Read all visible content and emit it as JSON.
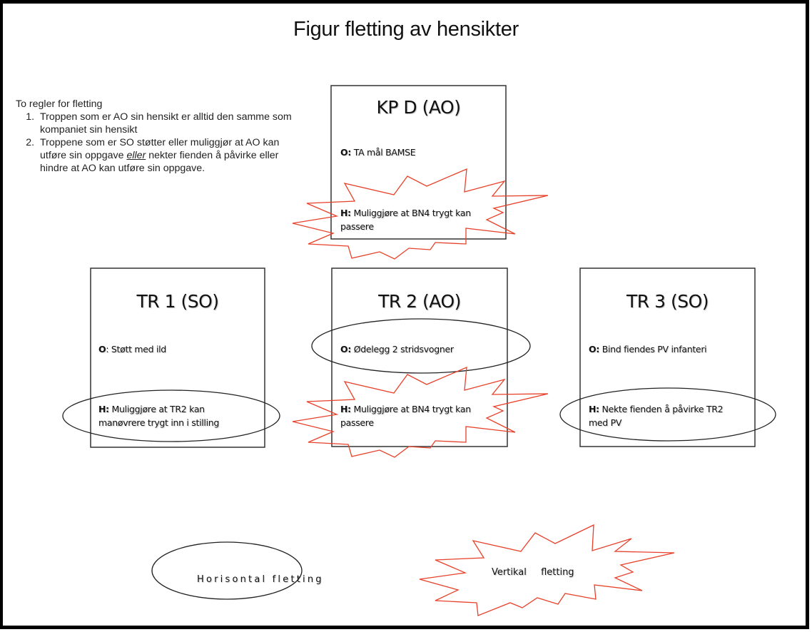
{
  "title": "Figur fletting av hensikter",
  "rules": {
    "heading": "To regler for fletting",
    "items": [
      {
        "text": "Troppen som er AO sin hensikt er alltid den samme som kompaniet sin hensikt"
      },
      {
        "text_before": "Troppene som er SO støtter eller muliggjør at AO kan utføre sin oppgave ",
        "emphasis": "eller",
        "text_after": " nekter fienden å påvirke eller hindre at AO kan utføre sin oppgave."
      }
    ]
  },
  "colors": {
    "ellipse_stroke": "#222222",
    "burst_stroke": "#e8412a",
    "box_stroke": "#333333"
  },
  "units": {
    "kpd": {
      "title": "KP D (AO)",
      "o_label": "O:",
      "o_text": " TA mål BAMSE",
      "h_label": "H:",
      "h_text_line1": " Muliggjøre at BN4 trygt kan",
      "h_text_line2": "passere",
      "h_marker": "vertical"
    },
    "tr1": {
      "title": "TR 1 (SO)",
      "o_label": "O",
      "o_text": ": Støtt med ild",
      "h_label": "H:",
      "h_text_line1": " Muliggjøre at TR2 kan",
      "h_text_line2": "manøvrere trygt inn i stilling",
      "h_marker": "horizontal"
    },
    "tr2": {
      "title": "TR 2 (AO)",
      "o_label": "O:",
      "o_text": " Ødelegg 2 stridsvogner",
      "o_marker": "horizontal",
      "h_label": "H:",
      "h_text_line1": " Muliggjøre at BN4 trygt kan",
      "h_text_line2": "passere",
      "h_marker": "vertical"
    },
    "tr3": {
      "title": "TR 3 (SO)",
      "o_label": "O:",
      "o_text": " Bind fiendes PV infanteri",
      "h_label": "H:",
      "h_text_line1": " Nekte fienden å påvirke TR2",
      "h_text_line2": "med PV",
      "h_marker": "horizontal"
    }
  },
  "legend": {
    "horizontal": "Horisontal fletting",
    "vertical": "Vertikal  fletting"
  }
}
